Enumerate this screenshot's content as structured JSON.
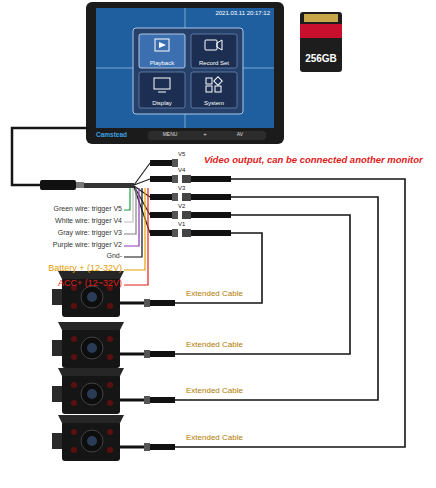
{
  "diagram": {
    "nodes": [
      {
        "text": [
          "2021.03.11 20:17:12"
        ]
      },
      {
        "text": [
          "Playback"
        ],
        "in": 0
      },
      {
        "text": [
          "Record Set"
        ],
        "in": 0
      },
      {
        "text": [
          "Display"
        ],
        "in": 0
      },
      {
        "text": [
          "System"
        ],
        "in": 0
      },
      {
        "text": [
          "256GB"
        ]
      }
    ],
    "labels": [
      "Camstead",
      "MENU",
      "+",
      "AV",
      "V5",
      "Video output, can be connected another monitor",
      "V4",
      "V3",
      "V2",
      "V1",
      "Green wire: trigger V5",
      "White wire: trigger V4",
      "Gray wire: trigger V3",
      "Purple wire: trigger V2",
      "Gnd-",
      "Battery + (12-32V)",
      "ACC+ (12~32V)",
      "Extended Cable",
      "Extended Cable",
      "Extended Cable",
      "Extended Cable"
    ]
  }
}
